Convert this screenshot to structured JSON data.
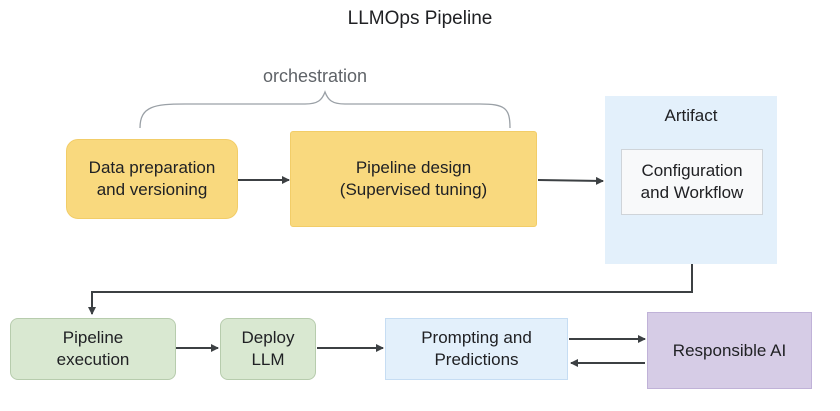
{
  "title": "LLMOps Pipeline",
  "orchestration_label": "orchestration",
  "nodes": {
    "data_prep": "Data preparation and versioning",
    "pipeline_design": "Pipeline design (Supervised tuning)",
    "artifact": "Artifact",
    "config_workflow": "Configuration and Workflow",
    "pipeline_execution": "Pipeline execution",
    "deploy_llm": "Deploy LLM",
    "prompting": "Prompting and Predictions",
    "responsible_ai": "Responsible AI"
  },
  "colors": {
    "yellow": "#f9d97e",
    "green": "#d9e8d1",
    "blue": "#e3f0fb",
    "purple": "#d6cce6",
    "arrow": "#3c4043"
  }
}
